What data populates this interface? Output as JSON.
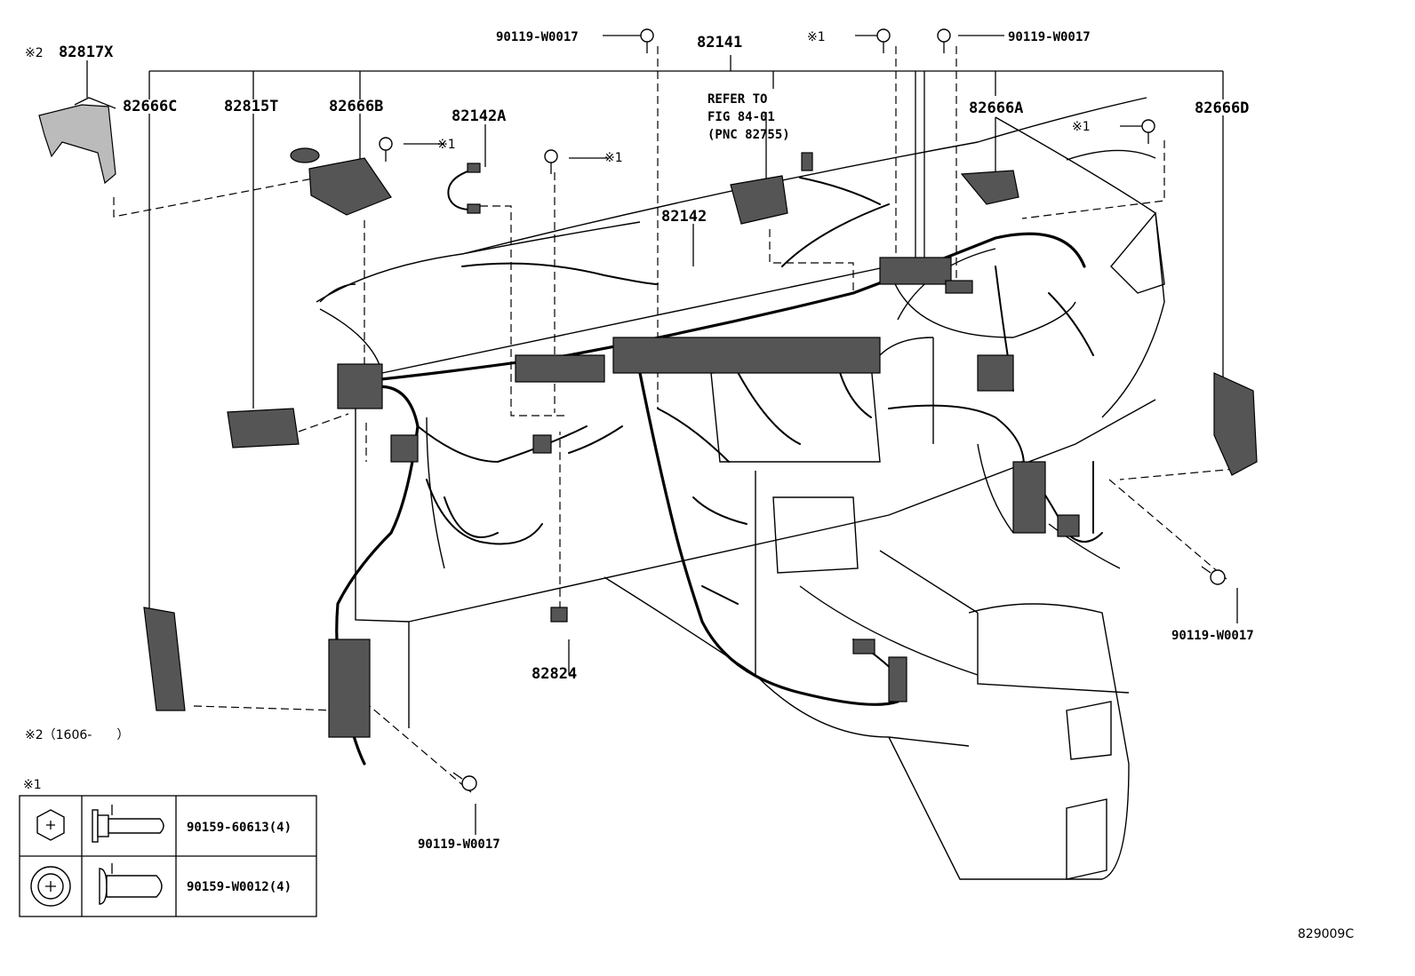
{
  "diagram_id": "829009C",
  "labels": {
    "p82141": "82141",
    "p82817x": "82817X",
    "p82817x_mark": "※2",
    "p82666c": "82666C",
    "p82815t": "82815T",
    "p82666b": "82666B",
    "p82142a": "82142A",
    "p82142": "82142",
    "p82666a": "82666A",
    "p82666d": "82666D",
    "p82824": "82824",
    "bolt_top_left": "90119-W0017",
    "bolt_top_right": "90119-W0017",
    "bolt_right": "90119-W0017",
    "bolt_bottom": "90119-W0017",
    "mark1_a": "※1",
    "mark1_b": "※1",
    "mark1_c": "※1",
    "mark1_d": "※1",
    "refer_line1": "REFER TO",
    "refer_line2": "FIG 84-01",
    "refer_line3": "(PNC 82755)"
  },
  "footnote_2": "※2（1606-　　）",
  "legend": {
    "title": "※1",
    "rows": [
      {
        "part_no": "90159-60613(4)",
        "head": "hex-flange-bolt-icon"
      },
      {
        "part_no": "90159-W0012(4)",
        "head": "round-head-screw-icon"
      }
    ]
  }
}
